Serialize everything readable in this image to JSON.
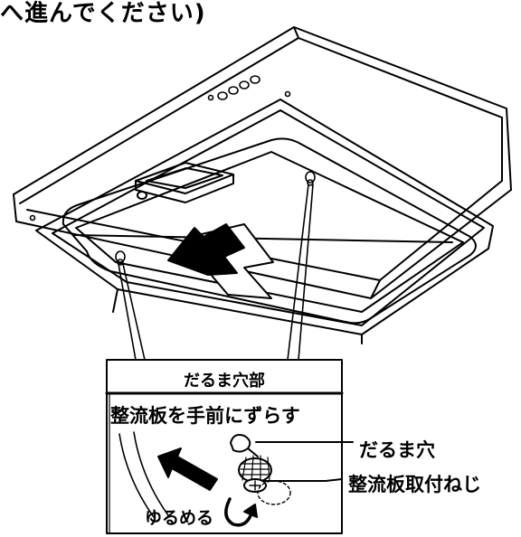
{
  "header": {
    "text": "へ進んでください)"
  },
  "inset_box": {
    "title": "だるま穴部",
    "instruction": "整流板を手前にずらす"
  },
  "callouts": {
    "daruma_hole": "だるま穴",
    "baffle_screw": "整流板取付ねじ",
    "loosen": "ゆるめる"
  },
  "colors": {
    "line": "#000000",
    "background": "#ffffff"
  }
}
